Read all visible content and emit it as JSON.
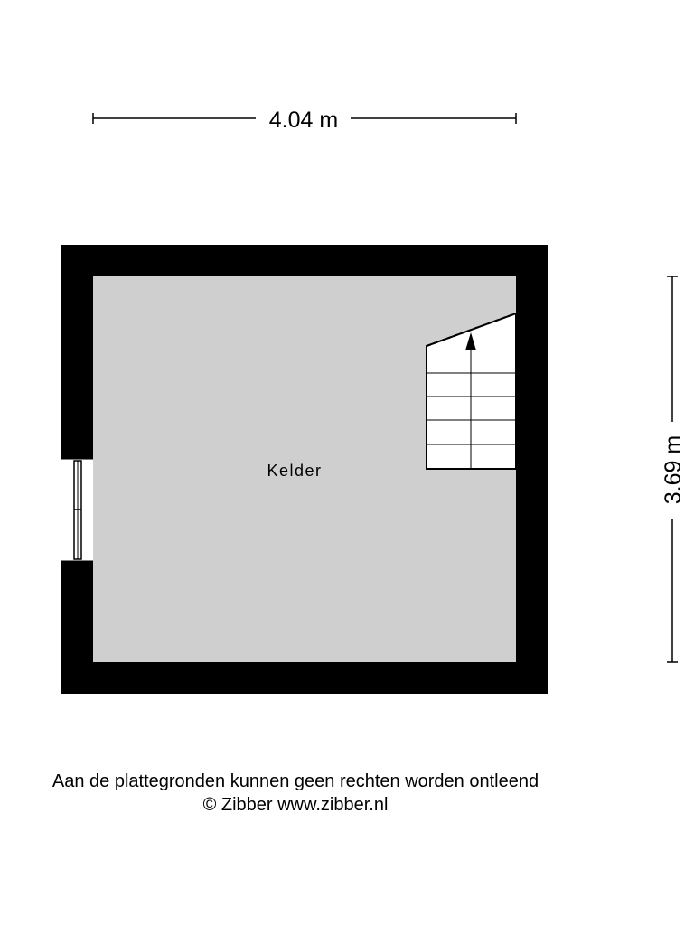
{
  "plan": {
    "room_name": "Kelder",
    "width_dimension": "4.04 m",
    "height_dimension": "3.69 m"
  },
  "colors": {
    "wall": "#000000",
    "floor": "#cfcfcf",
    "background": "#ffffff",
    "line": "#000000"
  },
  "icons": [
    "stair-arrow-icon",
    "window-icon"
  ],
  "footer": {
    "disclaimer": "Aan de plattegronden kunnen geen rechten worden ontleend",
    "copyright": "© Zibber www.zibber.nl"
  }
}
